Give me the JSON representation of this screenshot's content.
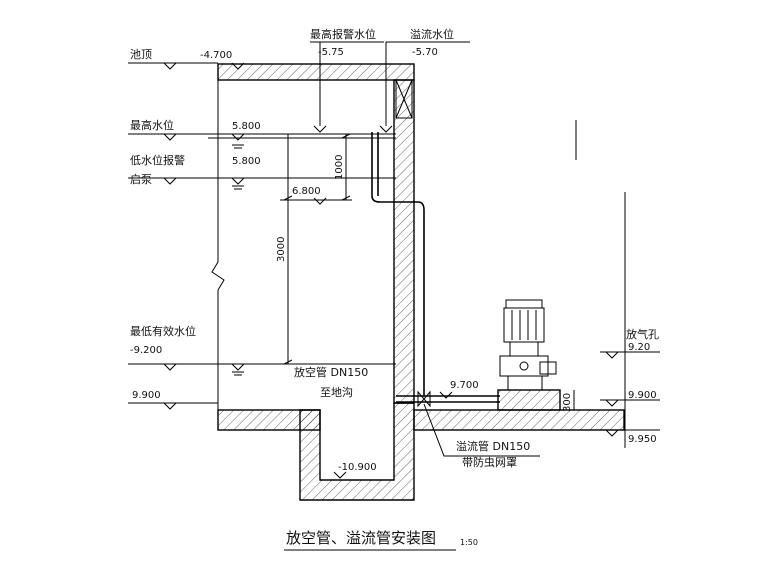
{
  "title": "放空管、溢流管安装图",
  "scale": "1:50",
  "labels": {
    "top_alarm": "最高报警水位",
    "top_alarm_level": "-5.75",
    "overflow": "溢流水位",
    "overflow_level": "-5.70",
    "pool_top": "池顶",
    "pool_top_level": "-4.700",
    "max_water": "最高水位",
    "max_water_level": "5.800",
    "low_alarm": "低水位报警",
    "low_alarm_level": "5.800",
    "start": "启泵",
    "start_level": "6.800",
    "dim_1000": "1000",
    "dim_3000": "3000",
    "min_eff": "最低有效水位",
    "min_eff_level": "-9.200",
    "vent_pipe": "放空管 DN150",
    "drain": "至地沟",
    "floor_level": "9.900",
    "pipe_level": "9.700",
    "pit_level": "-10.900",
    "overflow_valve": "溢流管 DN150",
    "valve_note": "带防虫网罩",
    "vent_hole": "放气孔",
    "vent_hole_level": "9.20",
    "right_level_1": "9.900",
    "right_level_2": "9.950",
    "dim_300": "300"
  }
}
